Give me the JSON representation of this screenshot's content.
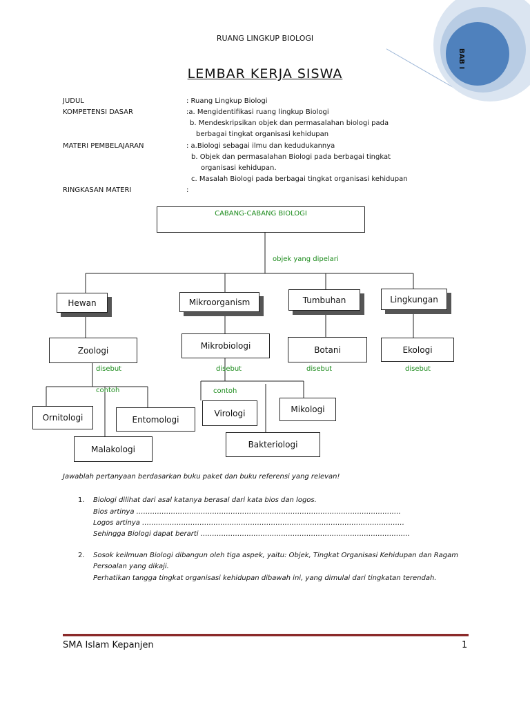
{
  "header": {
    "running_title": "RUANG LINGKUP BIOLOGI",
    "chapter_tab": "BAB I",
    "main_title": "LEMBAR KERJA SISWA"
  },
  "meta": {
    "rows": [
      {
        "label": "JUDUL",
        "lines": [
          ": Ruang Lingkup Biologi"
        ]
      },
      {
        "label": "KOMPETENSI DASAR",
        "lines": [
          ":a.  Mengidentifikasi ruang lingkup Biologi",
          "b.  Mendeskripsikan objek dan permasalahan biologi pada",
          "berbagai tingkat organisasi kehidupan"
        ]
      },
      {
        "label": "MATERI PEMBELAJARAN",
        "lines": [
          ": a.Biologi sebagai ilmu dan kedudukannya",
          "b. Objek dan permasalahan Biologi pada berbagai tingkat",
          "organisasi kehidupan.",
          "c. Masalah Biologi pada berbagai tingkat organisasi kehidupan"
        ]
      },
      {
        "label": "RINGKASAN MATERI",
        "lines": [
          ":"
        ]
      }
    ]
  },
  "diagram": {
    "root": "CABANG-CABANG BIOLOGI",
    "root_link": "objek yang dipelari",
    "objects": [
      "Hewan",
      "Mikroorganism",
      "Tumbuhan",
      "Lingkungan"
    ],
    "sciences": [
      "Zoologi",
      "Mikrobiologi",
      "Botani",
      "Ekologi"
    ],
    "disebut": "disebut",
    "contoh": "contoh",
    "zoology_examples": [
      "Ornitologi",
      "Entomologi",
      "Malakologi"
    ],
    "micro_examples": [
      "Virologi",
      "Mikologi",
      "Bakteriologi"
    ]
  },
  "questions": {
    "instruction": "Jawablah pertanyaan berdasarkan buku paket dan buku referensi yang relevan!",
    "q1": {
      "number": "1.",
      "text": "Biologi dilihat dari asal katanya berasal dari kata bios dan logos.",
      "bios": "Bios artinya …………………………………………………………………………………………………….",
      "logos": "Logos artinya ……………………………………………………………………………………………………",
      "sehingga": "Sehingga Biologi dapat berarti ………………………………………………………………………………."
    },
    "q2": {
      "number": "2.",
      "text_1": "Sosok keilmuan Biologi dibangun oleh tiga aspek, yaitu: Objek, Tingkat Organisasi Kehidupan dan Ragam",
      "text_2": "Persoalan yang dikaji.",
      "text_3": "Perhatikan tangga tingkat organisasi kehidupan dibawah ini, yang dimulai dari tingkatan terendah."
    }
  },
  "footer": {
    "school": "SMA Islam Kepanjen",
    "page_number": "1"
  },
  "colors": {
    "accent_green": "#1a8a1a",
    "footer_rule": "#8b2a2a",
    "tab_blue_dark": "#4f81bd",
    "tab_blue_light": "#b8cce4"
  }
}
